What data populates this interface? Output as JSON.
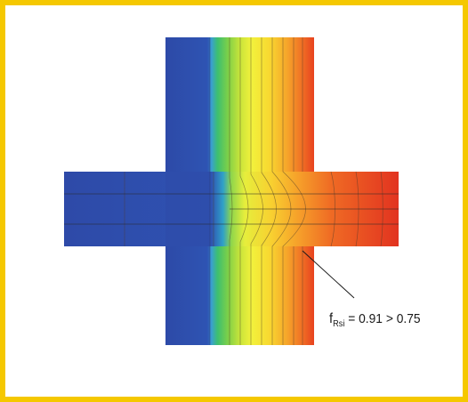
{
  "annotation": {
    "f_base": "f",
    "f_subscript": "Rsi",
    "value_text": " = 0.91 > 0.75"
  },
  "colors": {
    "frame_border": "#f5c800",
    "cold": "#2e4aa8",
    "warm": "#e8321e",
    "isotherm_line": "#4a3a2a"
  }
}
